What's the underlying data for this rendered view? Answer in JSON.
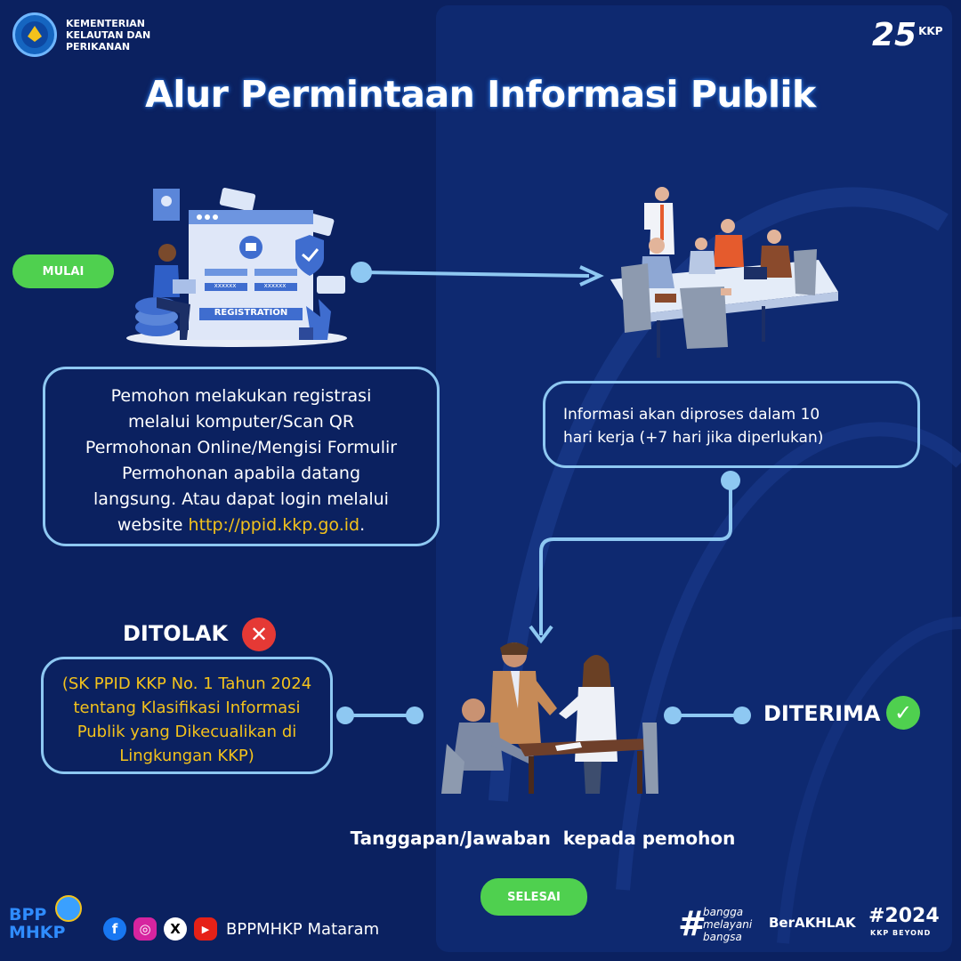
{
  "header": {
    "ministry_line1": "KEMENTERIAN",
    "ministry_line2": "KELAUTAN DAN",
    "ministry_line3": "PERIKANAN",
    "anniversary_number": "25",
    "anniversary_label": "KKP"
  },
  "title": "Alur Permintaan Informasi Publik",
  "steps": {
    "start_label": "MULAI",
    "registration_illustration_label": "REGISTRATION",
    "registration_field_mask": "xxxxxx",
    "registration_text_lines": [
      "Pemohon melakukan registrasi",
      "melalui komputer/Scan QR",
      "Permohonan Online/Mengisi Formulir",
      "Permohonan apabila datang",
      "langsung. Atau dapat login melalui"
    ],
    "registration_text_last_prefix": "website ",
    "registration_link": "http://ppid.kkp.go.id",
    "registration_text_last_suffix": ".",
    "process_text_line1": "Informasi akan diproses dalam 10",
    "process_text_line2": "hari kerja (+7 hari jika diperlukan)",
    "rejected_label": "DITOLAK",
    "rejected_note_lines": [
      "(SK PPID KKP No. 1 Tahun 2024",
      "tentang Klasifikasi Informasi",
      "Publik yang Dikecualikan di",
      "Lingkungan KKP)"
    ],
    "accepted_label": "DITERIMA",
    "response_text": "Tanggapan/Jawaban  kepada pemohon",
    "end_label": "SELESAI"
  },
  "footer": {
    "org_logo_line1": "BPP",
    "org_logo_line2": "MHKP",
    "social_handle": "BPPMHKP Mataram",
    "hashtag_line1": "bangga",
    "hashtag_line2": "melayani",
    "hashtag_line3": "bangsa",
    "berakhlak": "BerAKHLAK",
    "year_tag": "#2024",
    "year_sub": "KKP BEYOND"
  },
  "colors": {
    "background": "#0b2160",
    "accent_blue": "#8ec8f2",
    "green": "#4fd04f",
    "red": "#e53935",
    "link_yellow": "#f3c21c"
  }
}
